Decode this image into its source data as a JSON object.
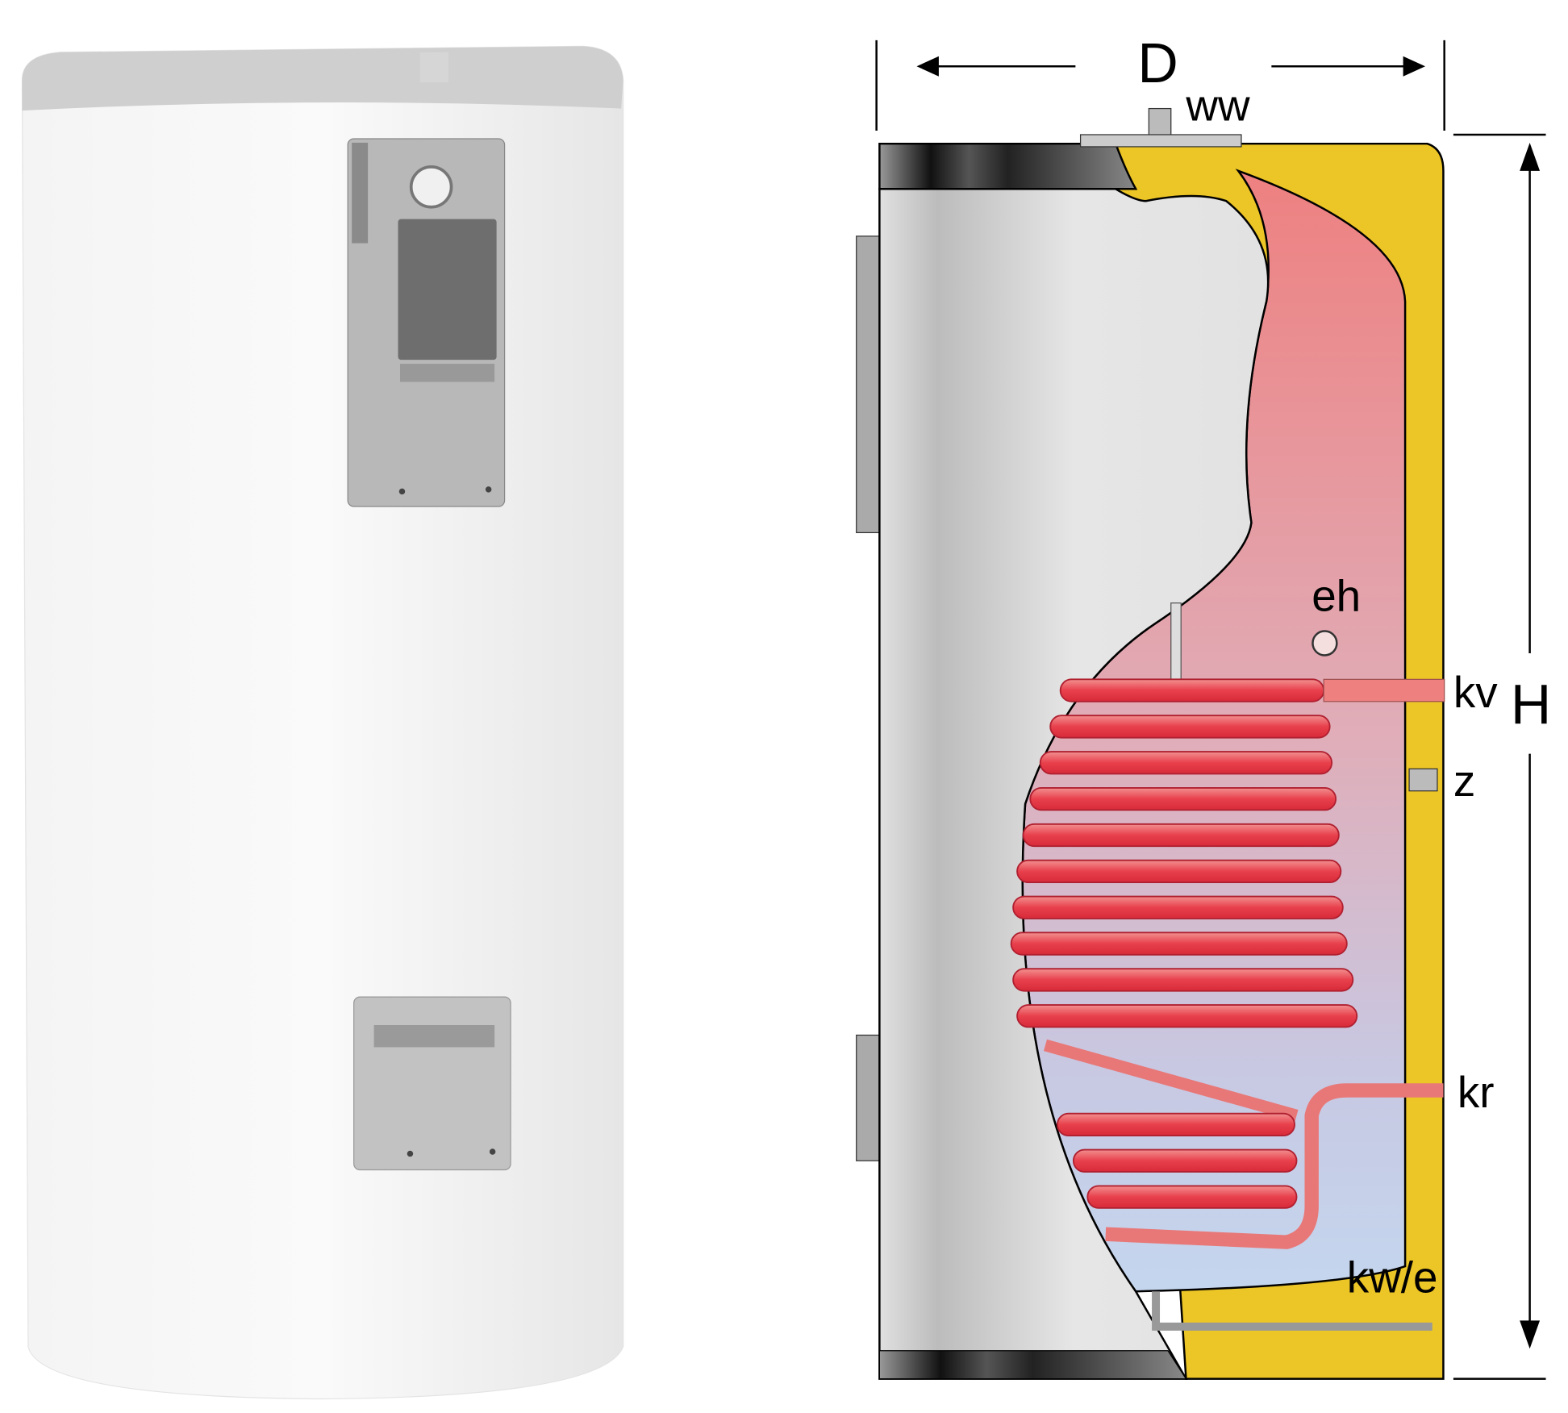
{
  "diagram": {
    "labels": {
      "diameter": "D",
      "hot_water": "ww",
      "electric_heater": "eh",
      "boiler_flow": "kv",
      "height": "H",
      "circulation": "z",
      "boiler_return": "kr",
      "cold_water_drain": "kw/e"
    },
    "colors": {
      "insulation": "#ecc526",
      "hot_water": "#ee8080",
      "cold_water": "#c4d6ee",
      "coil": "#e8404c",
      "shell": "#e4e4e4"
    }
  }
}
